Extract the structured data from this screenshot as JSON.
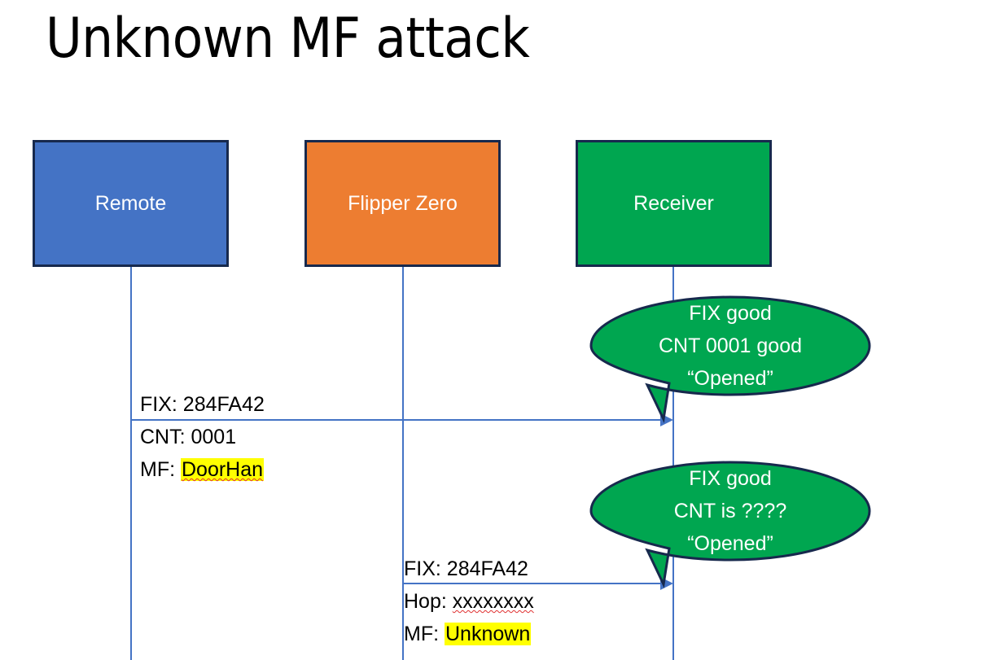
{
  "slide": {
    "title": "Unknown MF attack",
    "background": "#ffffff"
  },
  "colors": {
    "remote_fill": "#4473c5",
    "flipper_fill": "#ed7d31",
    "receiver_fill": "#00a650",
    "box_border": "#17294d",
    "lifeline": "#4473c5",
    "arrow": "#4473c5",
    "highlight": "#ffff00",
    "callout_fill": "#00a650",
    "callout_border": "#17294d",
    "callout_text": "#ffffff",
    "body_text": "#000000",
    "spellcheck_underline": "#e03030"
  },
  "actors": [
    {
      "id": "remote",
      "label": "Remote"
    },
    {
      "id": "flipper",
      "label": "Flipper Zero"
    },
    {
      "id": "receiver",
      "label": "Receiver"
    }
  ],
  "messages": [
    {
      "id": "msg1",
      "from": "remote",
      "to": "receiver",
      "lines": [
        {
          "prefix": "FIX: ",
          "value": "284FA42",
          "highlight": false,
          "spellcheck_error": false
        },
        {
          "prefix": "CNT: ",
          "value": "0001",
          "highlight": false,
          "spellcheck_error": false
        },
        {
          "prefix": "MF: ",
          "value": "DoorHan",
          "highlight": true,
          "spellcheck_error": true
        }
      ]
    },
    {
      "id": "msg2",
      "from": "flipper",
      "to": "receiver",
      "lines": [
        {
          "prefix": "FIX: ",
          "value": "284FA42",
          "highlight": false,
          "spellcheck_error": false
        },
        {
          "prefix": "Hop: ",
          "value": "xxxxxxxx",
          "highlight": false,
          "spellcheck_error": true
        },
        {
          "prefix": "MF: ",
          "value": "Unknown",
          "highlight": true,
          "spellcheck_error": false
        }
      ]
    }
  ],
  "callouts": [
    {
      "id": "callout-1",
      "attached_to": "receiver",
      "lines": [
        "FIX good",
        "CNT 0001 good",
        "“Opened”"
      ]
    },
    {
      "id": "callout-2",
      "attached_to": "receiver",
      "lines": [
        "FIX good",
        "CNT is ????",
        "“Opened”"
      ]
    }
  ]
}
